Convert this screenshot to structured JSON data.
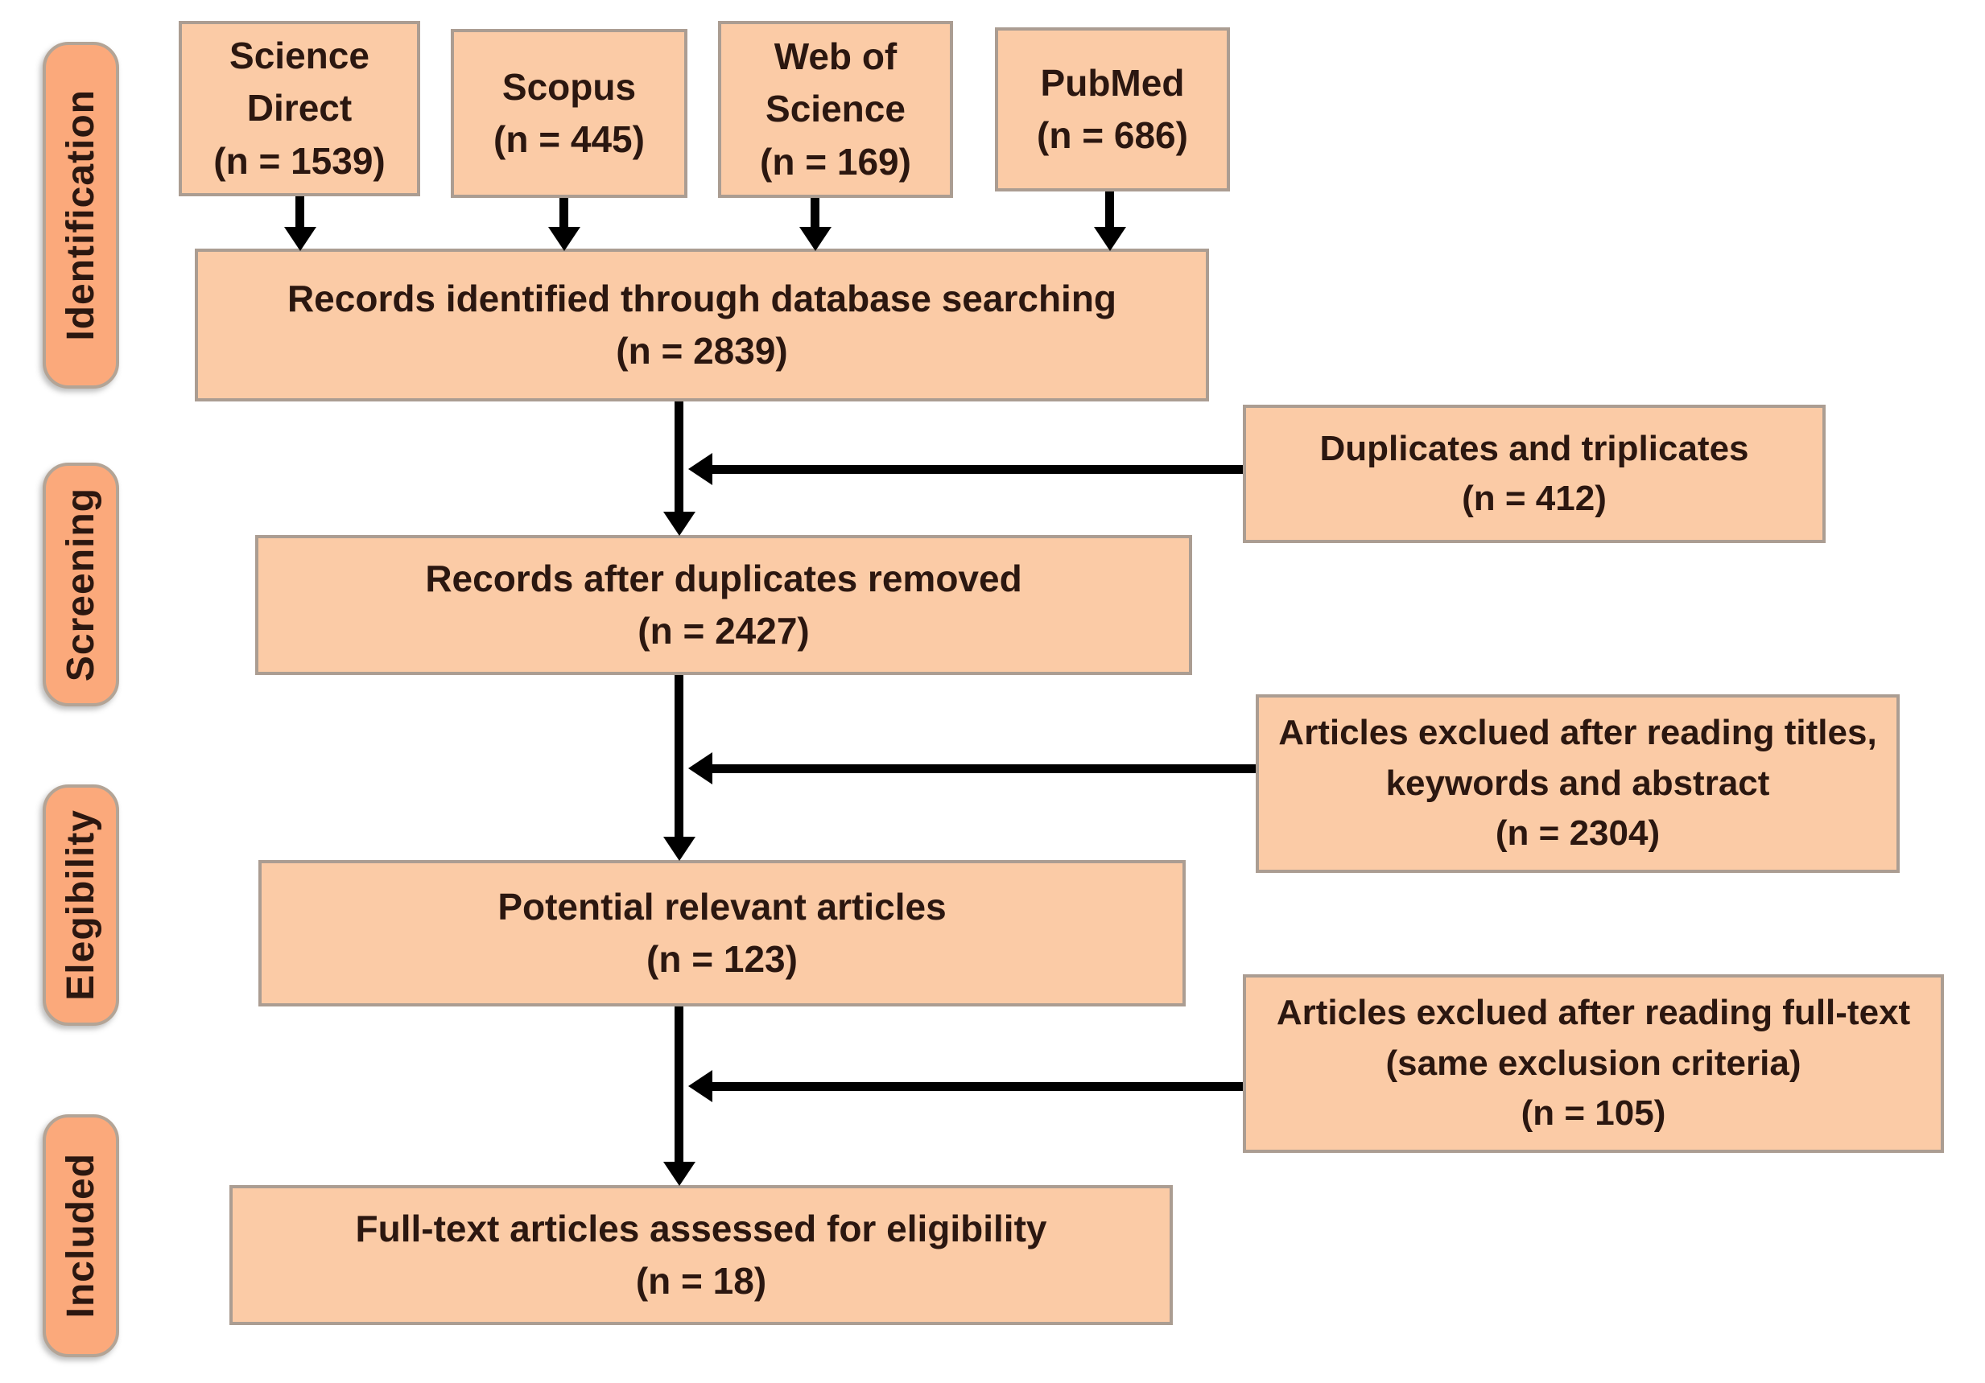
{
  "stages": {
    "identification": "Identification",
    "screening": "Screening",
    "elegibility": "Elegibility",
    "included": "Included"
  },
  "sources": {
    "science_direct": {
      "name": "Science Direct",
      "count": "(n = 1539)"
    },
    "scopus": {
      "name": "Scopus",
      "count": "(n = 445)"
    },
    "web_of_science": {
      "name": "Web of Science",
      "count": "(n = 169)"
    },
    "pubmed": {
      "name": "PubMed",
      "count": "(n = 686)"
    }
  },
  "flow": {
    "identified": {
      "text": "Records identified through database searching",
      "count": "(n = 2839)"
    },
    "after_duplicates": {
      "text": "Records after duplicates removed",
      "count": "(n = 2427)"
    },
    "potential": {
      "text": "Potential relevant articles",
      "count": "(n = 123)"
    },
    "full_text": {
      "text": "Full-text articles assessed for eligibility",
      "count": "(n = 18)"
    }
  },
  "exclusions": {
    "duplicates": {
      "text": "Duplicates and triplicates",
      "count": "(n = 412)"
    },
    "titles": {
      "text": "Articles exclued after reading titles, keywords and abstract",
      "count": "(n = 2304)"
    },
    "full_text": {
      "text": "Articles exclued after reading full-text (same exclusion criteria)",
      "count": "(n = 105)"
    }
  },
  "colors": {
    "box_fill": "#fbcba6",
    "stage_fill": "#fba97b",
    "box_border": "#ab9d92",
    "text": "#2b1710",
    "arrow": "#000000",
    "background": "#ffffff"
  }
}
